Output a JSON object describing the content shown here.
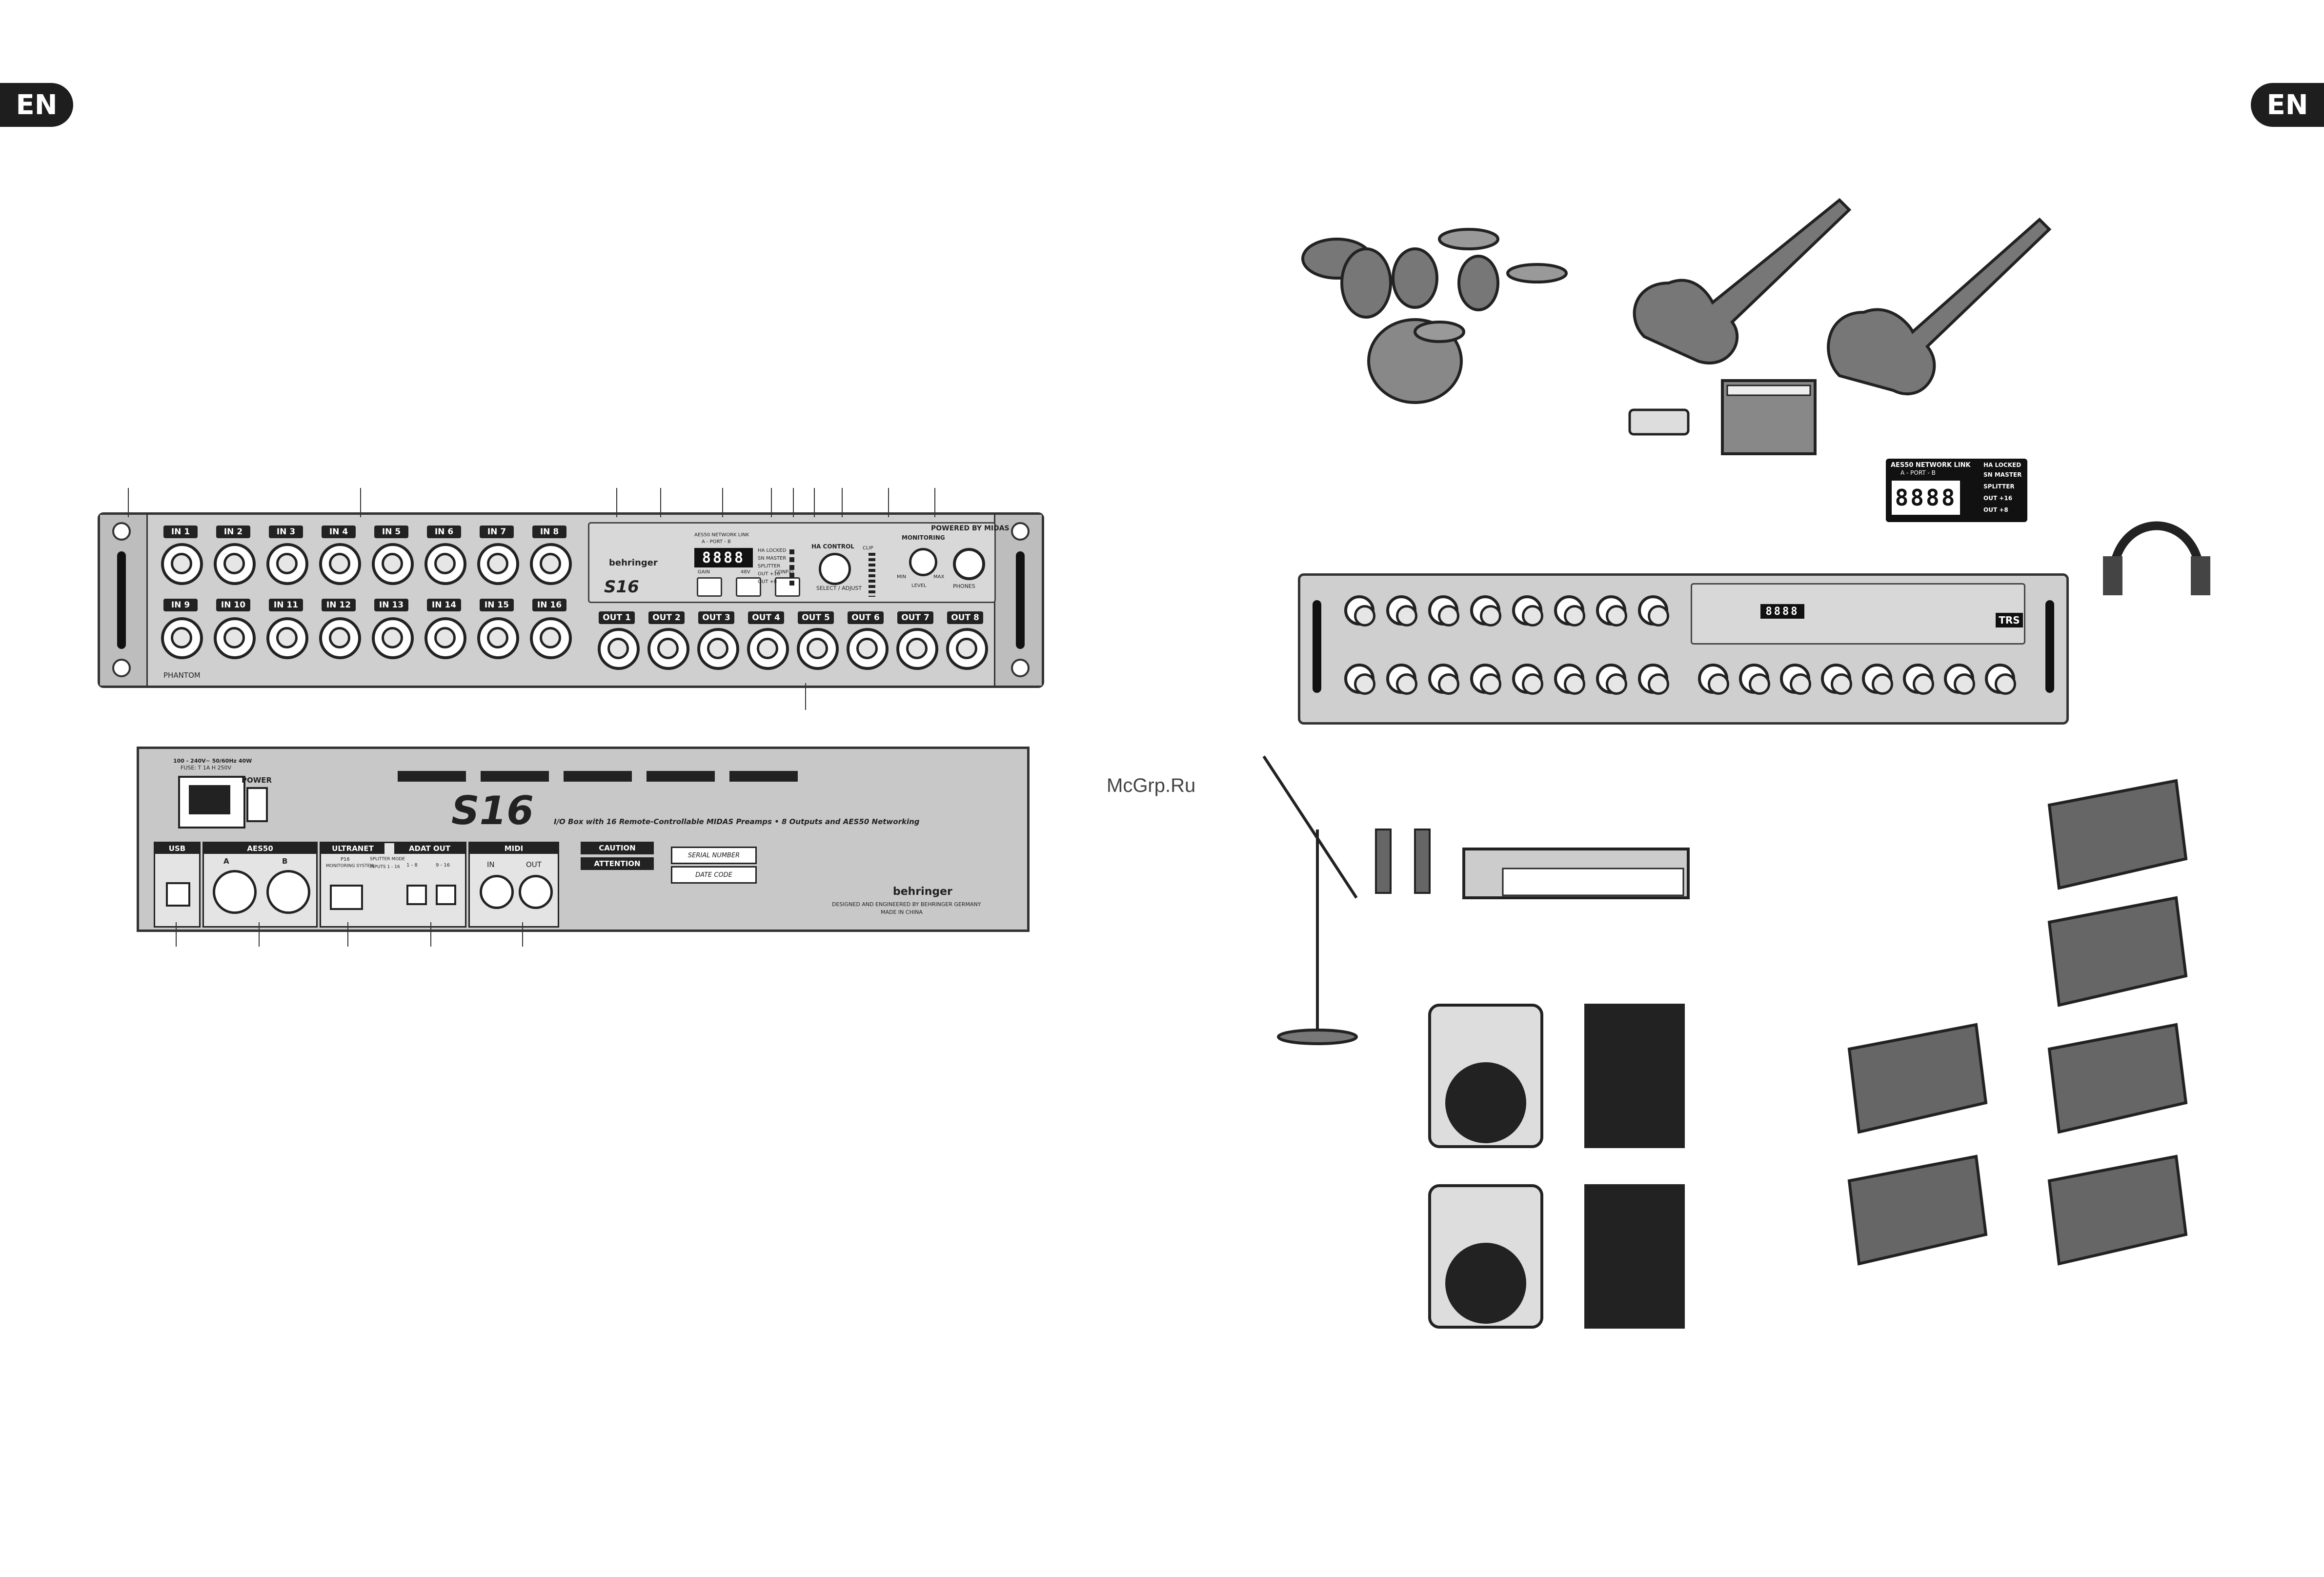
{
  "page": {
    "lang_left": "EN",
    "lang_right": "EN",
    "watermark": "McGrp.Ru"
  },
  "front_panel": {
    "inputs_top": [
      "IN 1",
      "IN 2",
      "IN 3",
      "IN 4",
      "IN 5",
      "IN 6",
      "IN 7",
      "IN 8"
    ],
    "inputs_bottom": [
      "IN 9",
      "IN 10",
      "IN 11",
      "IN 12",
      "IN 13",
      "IN 14",
      "IN 15",
      "IN 16"
    ],
    "outputs": [
      "OUT 1",
      "OUT 2",
      "OUT 3",
      "OUT 4",
      "OUT 5",
      "OUT 6",
      "OUT 7",
      "OUT 8"
    ],
    "phantom": "PHANTOM",
    "powered_by": "POWERED BY",
    "powered_brand": "MIDAS",
    "brand": "behringer",
    "model": "S16",
    "lcd": "8888",
    "network_link": "AES50 NETWORK LINK",
    "port": "A - PORT - B",
    "status": [
      "HA LOCKED",
      "SN MASTER",
      "SPLITTER",
      "OUT +16",
      "OUT +8"
    ],
    "buttons": [
      "GAIN",
      "48V",
      "CONFIG"
    ],
    "ha_control": "HA CONTROL",
    "select_adjust": "SELECT / ADJUST",
    "clip": "CLIP",
    "monitoring": "MONITORING",
    "min": "MIN",
    "max": "MAX",
    "level": "LEVEL",
    "phones": "PHONES"
  },
  "rear_panel": {
    "power_spec_1": "100 - 240V~ 50/60Hz 40W",
    "power_spec_2": "FUSE: T 1A H 250V",
    "power": "POWER",
    "usb": "USB",
    "aes50": "AES50",
    "port_a": "A",
    "port_b": "B",
    "ultranet": "ULTRANET",
    "p16": "P16",
    "monitoring_system": "MONITORING SYSTEM",
    "splitter_mode": "SPLITTER MODE",
    "inputs_range": "INPUTS 1 - 16",
    "adat_out": "ADAT OUT",
    "adat_1": "1 - 8",
    "adat_2": "9 - 16",
    "midi": "MIDI",
    "midi_in": "IN",
    "midi_out": "OUT",
    "model": "S16",
    "tagline": "I/O Box with 16 Remote-Controllable MIDAS Preamps • 8 Outputs and AES50 Networking",
    "caution": "CAUTION",
    "attention": "ATTENTION",
    "serial": "SERIAL NUMBER",
    "date_code": "DATE CODE",
    "made": "DESIGNED AND ENGINEERED BY BEHRINGER GERMANY",
    "made_2": "MADE IN CHINA",
    "brand": "behringer"
  },
  "diagram": {
    "trs": "TRS",
    "lcd": "8888",
    "network_link": "AES50 NETWORK LINK",
    "port": "A - PORT - B",
    "ha_locked": "HA LOCKED",
    "status": [
      "SN MASTER",
      "SPLITTER",
      "OUT +16",
      "OUT +8"
    ]
  }
}
